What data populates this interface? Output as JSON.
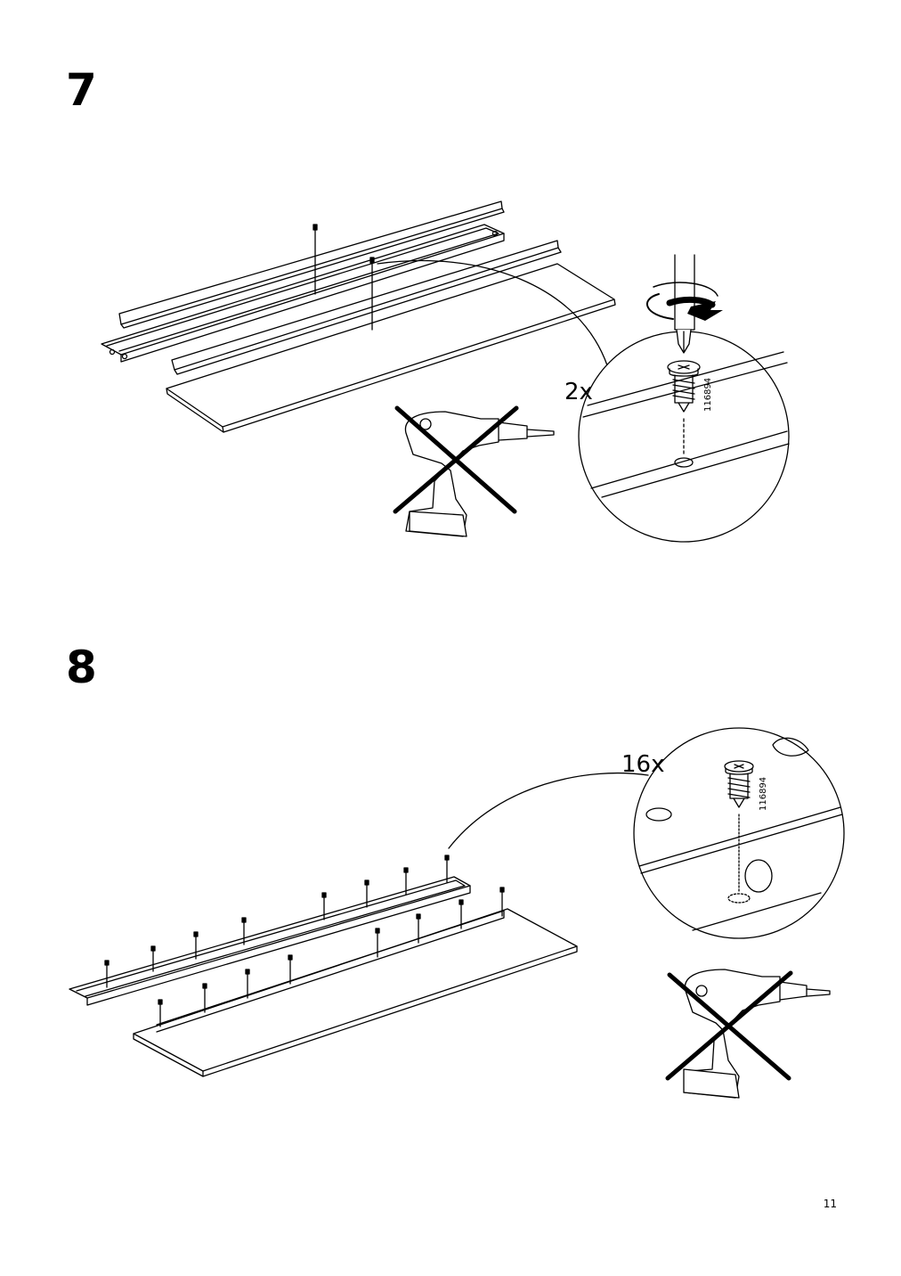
{
  "steps": [
    {
      "number": "7",
      "quantity_label": "2x",
      "part_number": "116894",
      "power_drill_prohibited": true
    },
    {
      "number": "8",
      "quantity_label": "16x",
      "part_number": "116894",
      "power_drill_prohibited": true
    }
  ],
  "page_number": "11",
  "icons": [
    "screwdriver-icon",
    "rotation-arrow-icon",
    "screw-icon",
    "power-drill-icon",
    "prohibited-cross-icon"
  ]
}
